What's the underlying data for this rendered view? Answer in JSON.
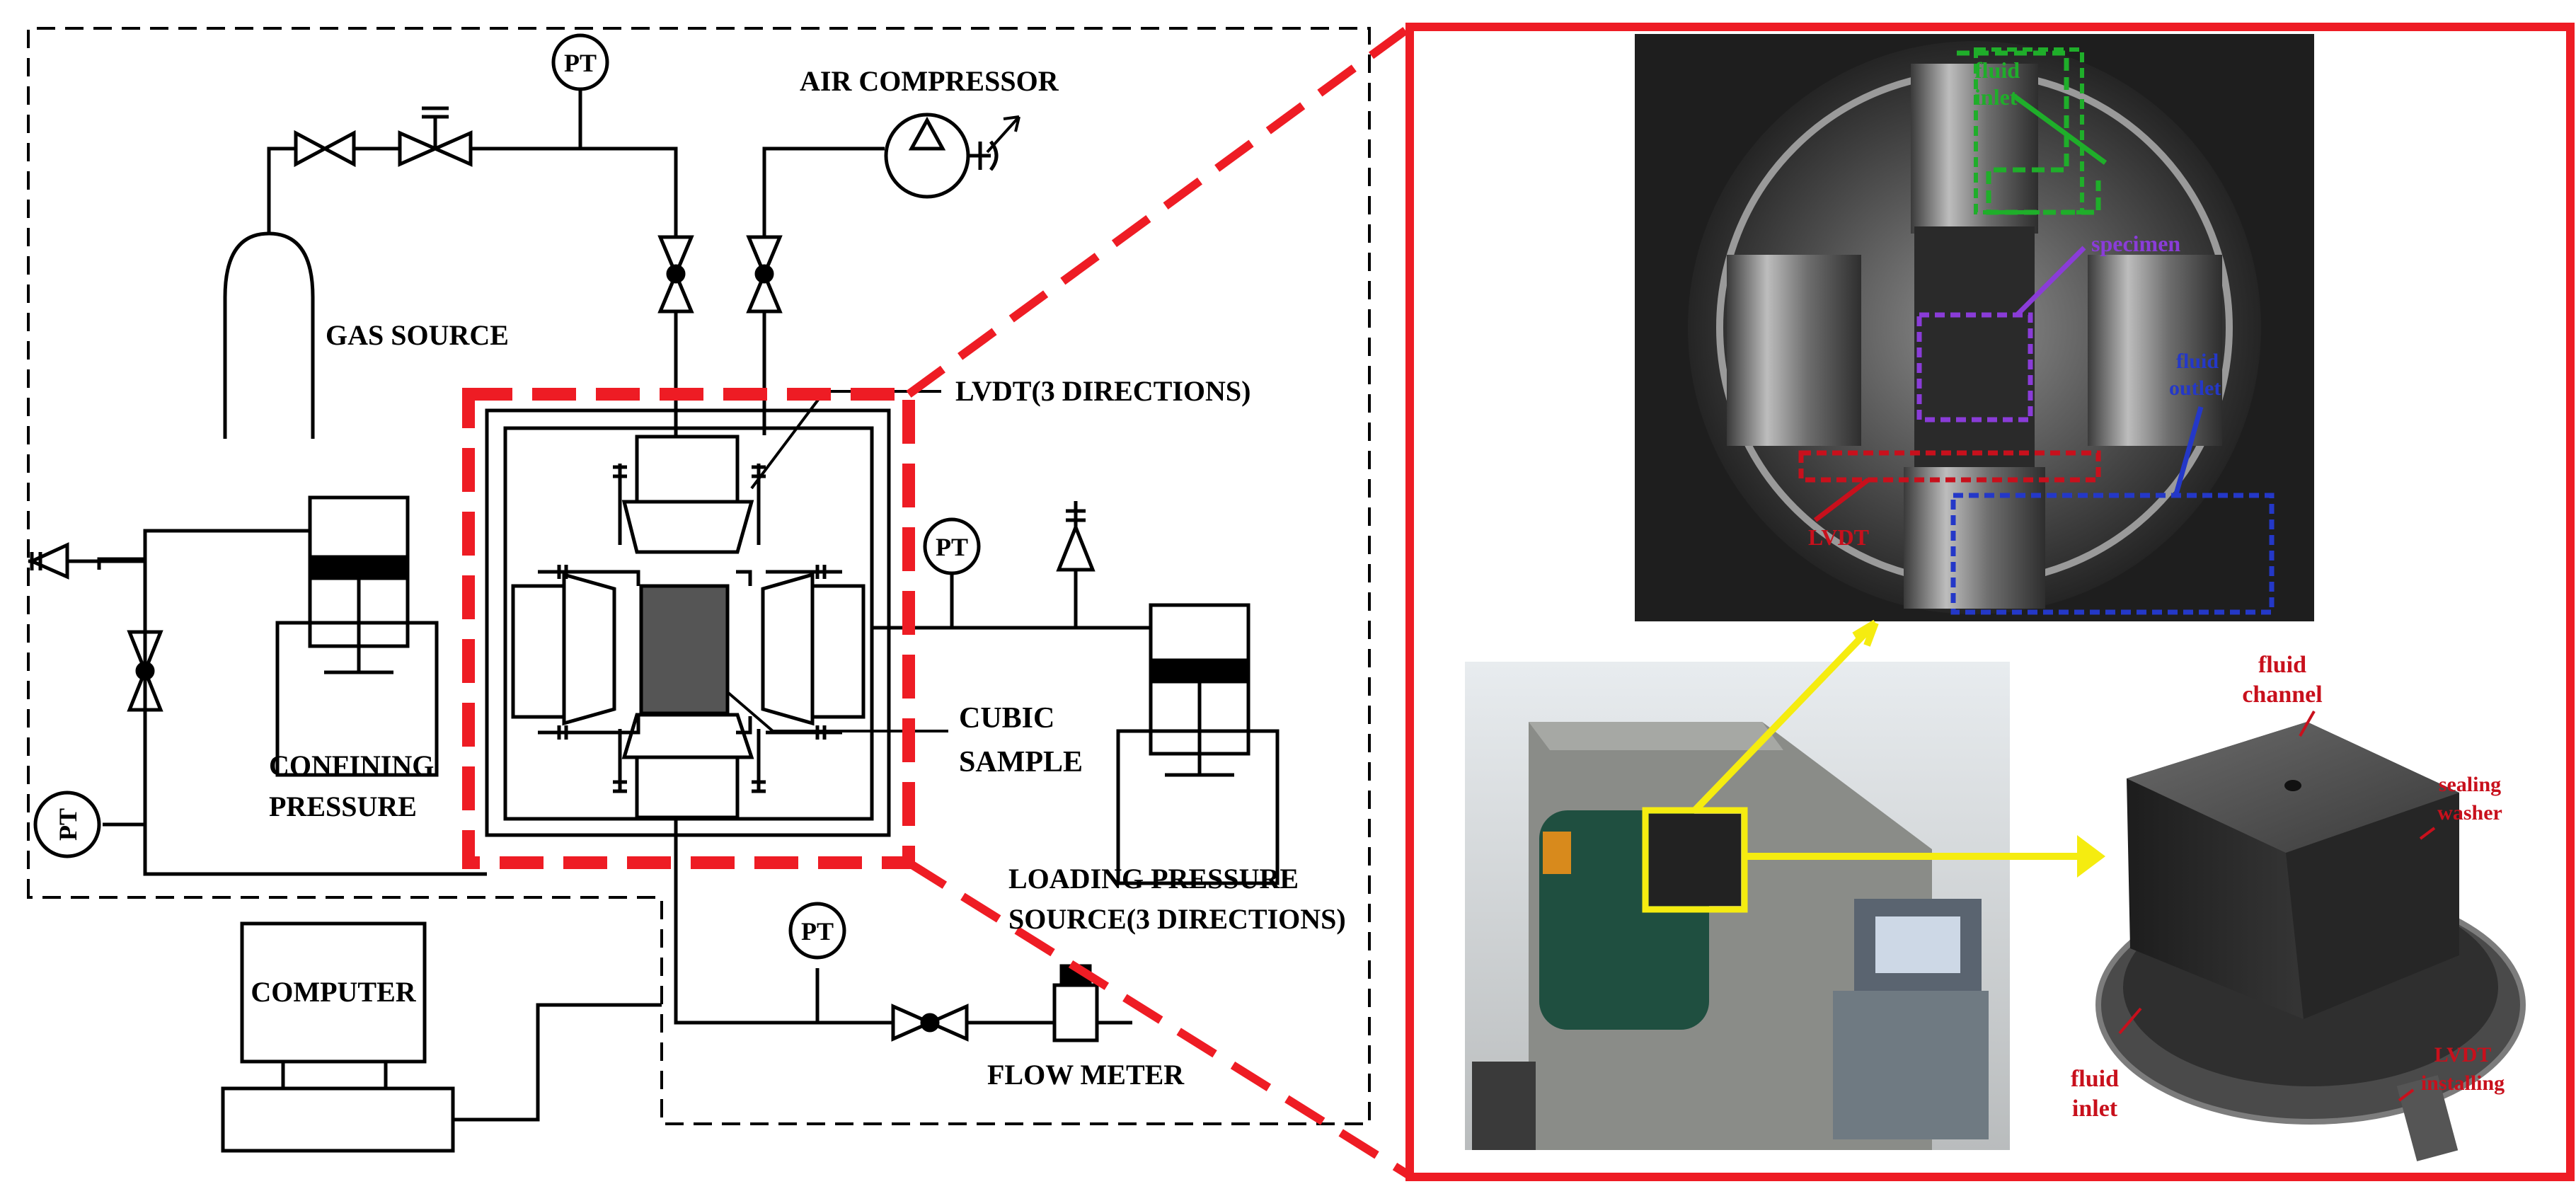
{
  "schematic": {
    "labels": {
      "pt": "PT",
      "air_compressor": "AIR COMPRESSOR",
      "gas_source": "GAS SOURCE",
      "lvdt": "LVDT(3 DIRECTIONS)",
      "confining_line1": "CONFINING",
      "confining_line2": "PRESSURE",
      "cubic_line1": "CUBIC",
      "cubic_line2": "SAMPLE",
      "loading_line1": "LOADING PRESSURE",
      "loading_line2": "SOURCE(3 DIRECTIONS)",
      "computer": "COMPUTER",
      "flow_meter": "FLOW METER"
    }
  },
  "photos": {
    "chamber": {
      "fluid_inlet_1": "fluid",
      "fluid_inlet_2": "inlet",
      "specimen": "specimen",
      "fluid_outlet_1": "fluid",
      "fluid_outlet_2": "outlet",
      "lvdt": "LVDT"
    },
    "sample_holder": {
      "channel_1": "fluid",
      "channel_2": "channel",
      "washer_1": "sealing",
      "washer_2": "washer",
      "inlet_1": "fluid",
      "inlet_2": "inlet",
      "lvdt_1": "LVDT",
      "lvdt_2": "installing"
    }
  },
  "colors": {
    "callout_red": "#ee1c24",
    "highlight_yellow": "#f5ec10",
    "line_black": "#000000"
  }
}
